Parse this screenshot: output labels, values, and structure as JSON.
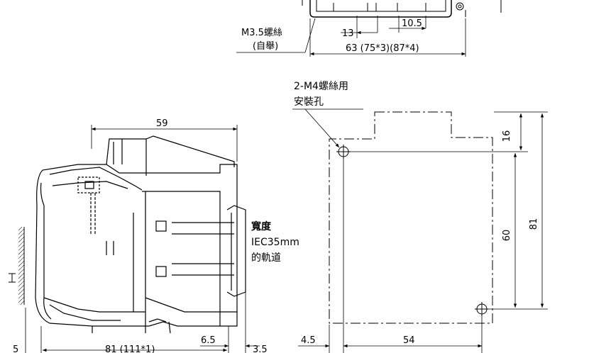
{
  "top": {
    "screw_label_line1": "M3.5螺絲",
    "screw_label_line2": "(自舉)",
    "dim_13": "13",
    "dim_10_5": "10.5",
    "dim_63": "63 (75*3)(87*4)"
  },
  "side": {
    "dim_59": "59",
    "rail_line1": "寬度",
    "rail_line2": "IEC35mm",
    "rail_line3": "的軌道",
    "dim_6_5": "6.5",
    "dim_3_5": "3.5",
    "dim_81_bottom": "81 (111*1)",
    "dim_5": "5"
  },
  "mount": {
    "hole_label_line1": "2-M4螺絲用",
    "hole_label_line2": "安裝孔",
    "dim_16": "16",
    "dim_60": "60",
    "dim_81": "81",
    "dim_4_5": "4.5",
    "dim_54": "54"
  }
}
